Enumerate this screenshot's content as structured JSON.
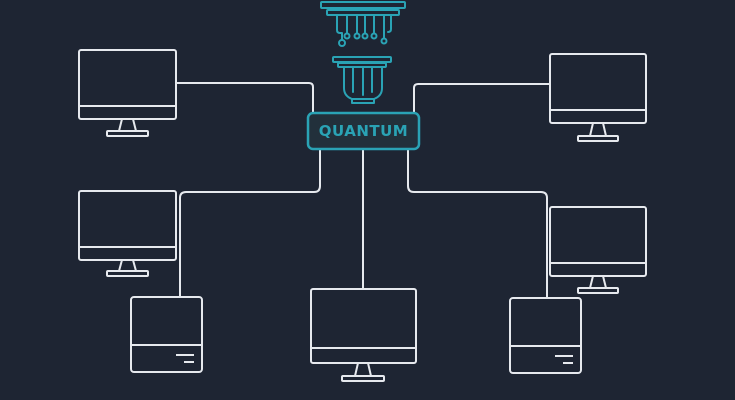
{
  "diagram": {
    "hub_label": "QUANTUM",
    "colors": {
      "background": "#1e2533",
      "line": "#e6e9ee",
      "accent": "#2aa3b5",
      "hub_fill": "#22303b"
    },
    "nodes": [
      {
        "kind": "monitor",
        "name": "monitor-top-left"
      },
      {
        "kind": "monitor",
        "name": "monitor-top-right"
      },
      {
        "kind": "monitor",
        "name": "monitor-middle-left"
      },
      {
        "kind": "monitor",
        "name": "monitor-middle-right"
      },
      {
        "kind": "monitor",
        "name": "monitor-bottom-center"
      },
      {
        "kind": "server",
        "name": "server-bottom-left"
      },
      {
        "kind": "server",
        "name": "server-bottom-right"
      }
    ],
    "icons": [
      "quantum-processor-icon",
      "monitor-icon",
      "server-icon"
    ]
  }
}
